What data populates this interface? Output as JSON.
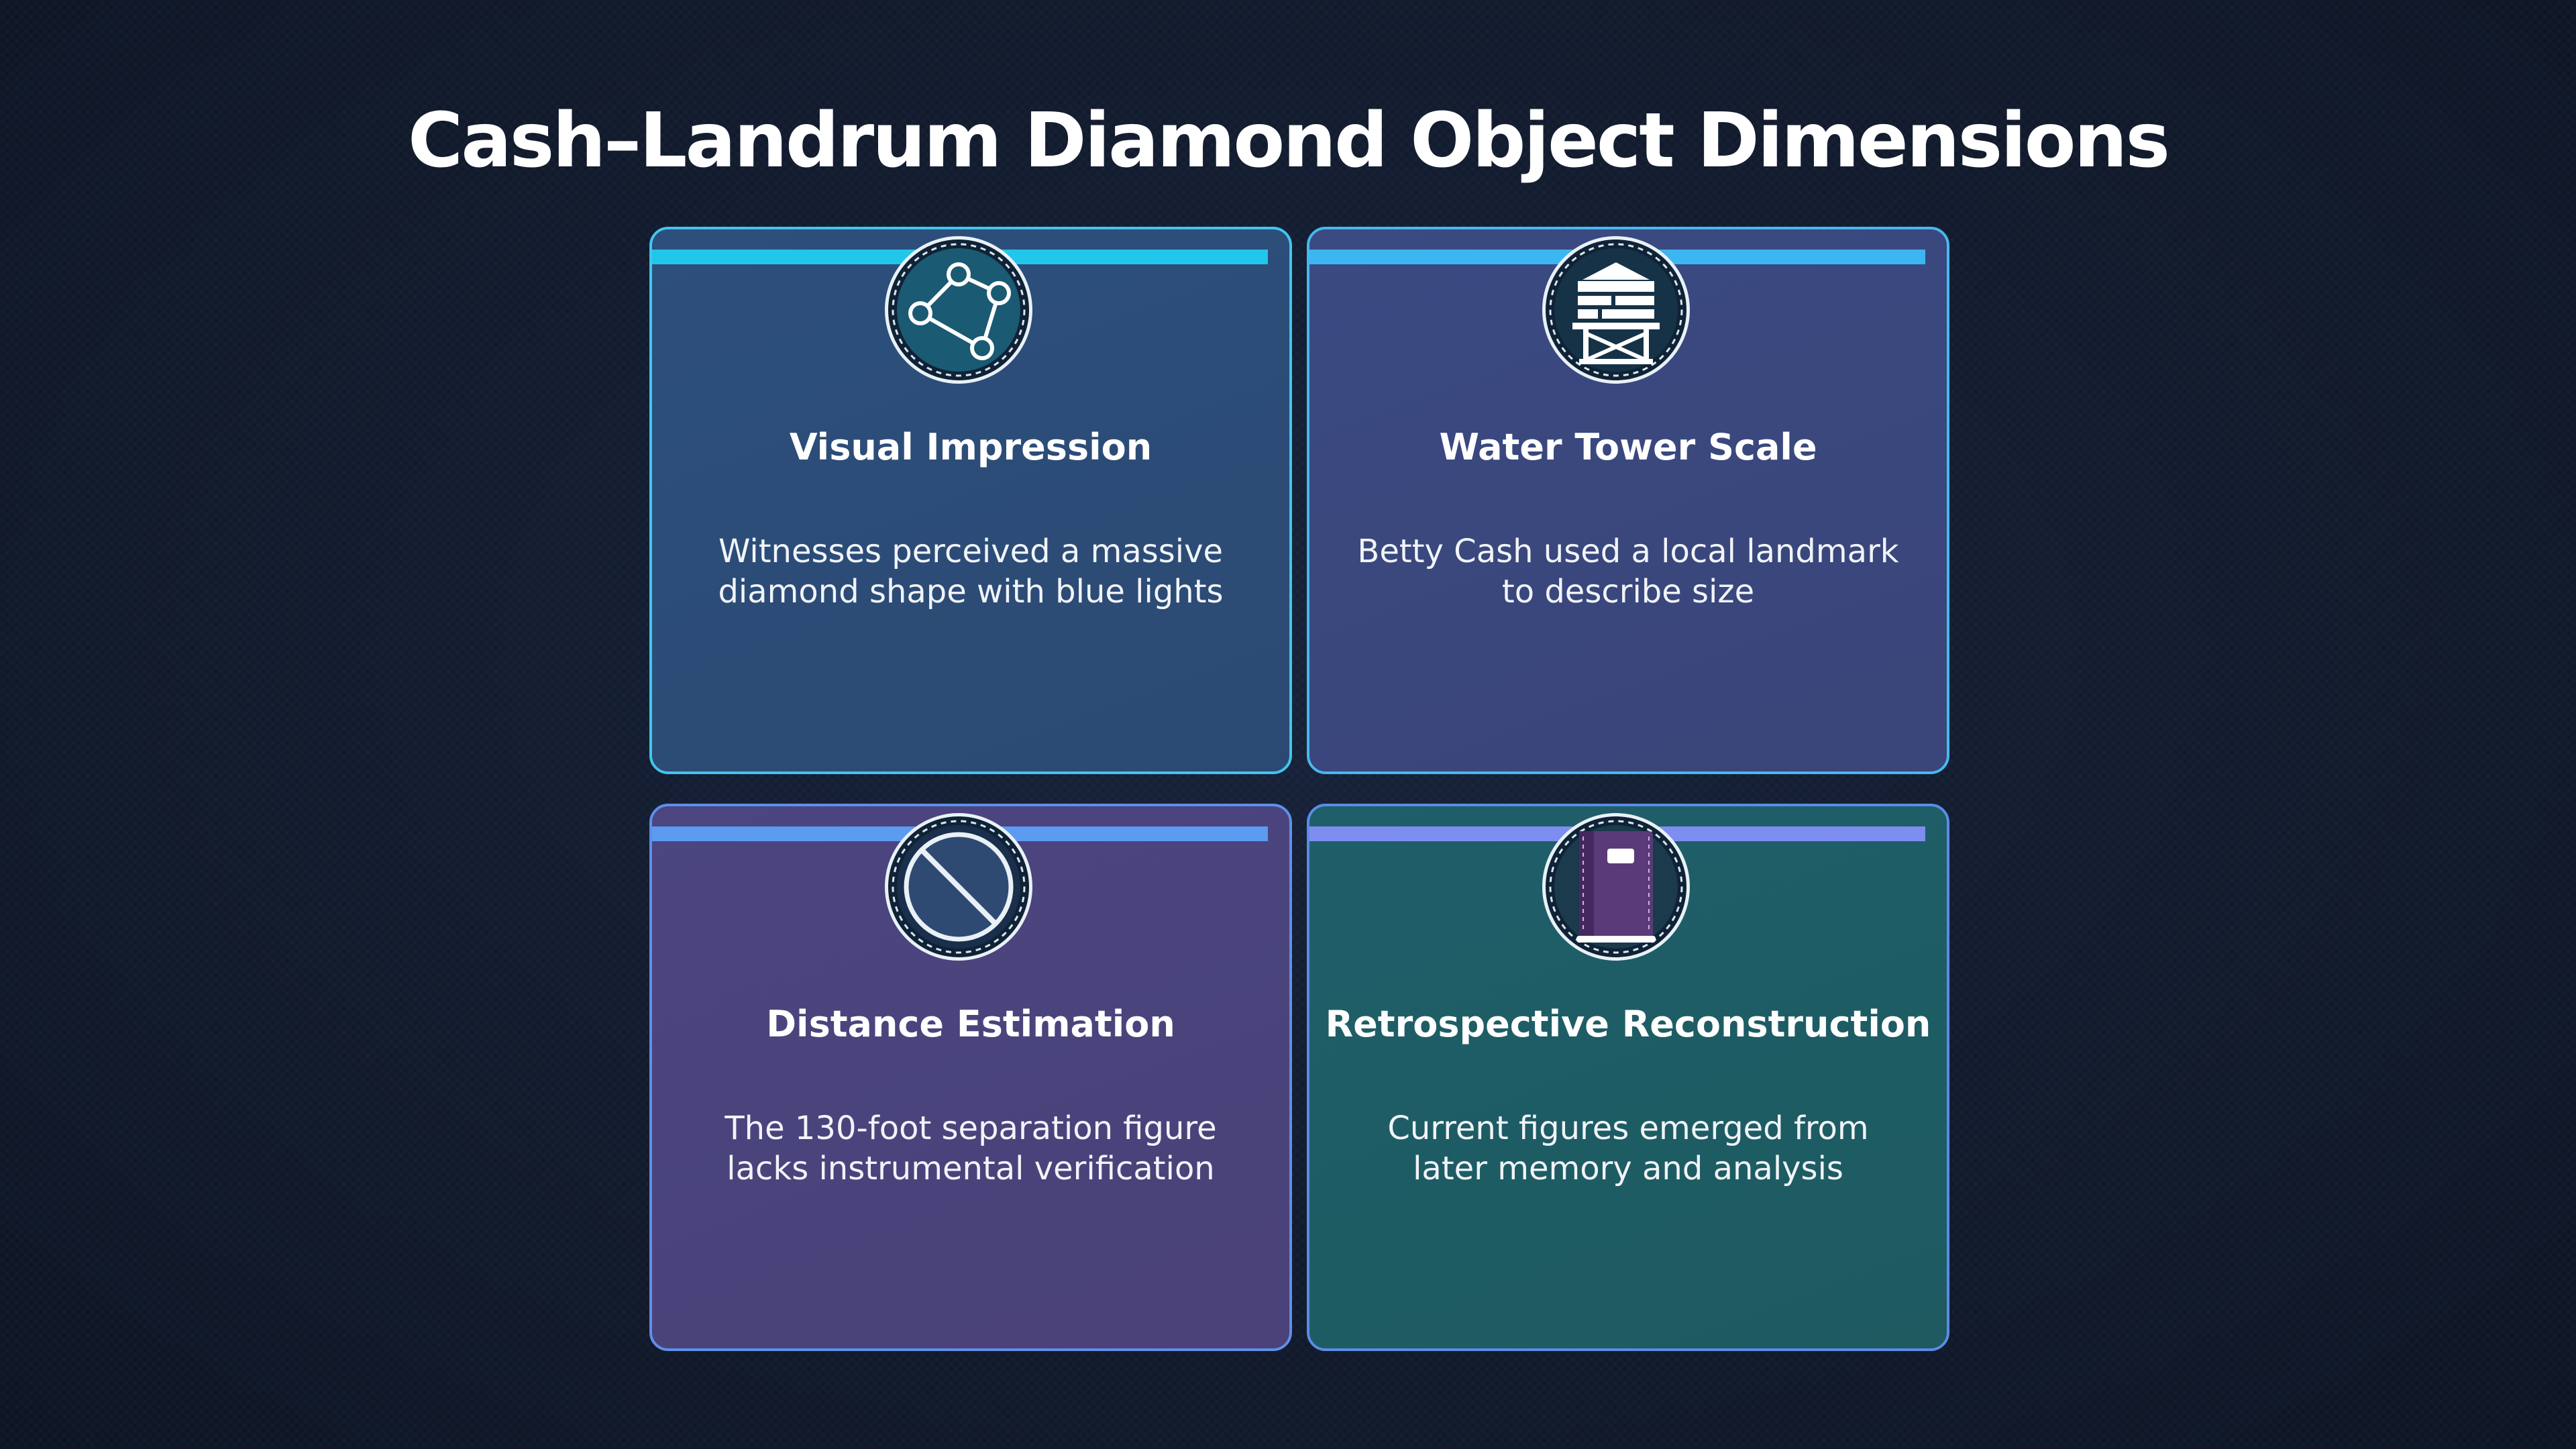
{
  "page": {
    "title": "Cash–Landrum Diamond Object Dimensions"
  },
  "cards": [
    {
      "title": "Visual Impression",
      "description": "Witnesses perceived a massive diamond shape with blue lights",
      "icon": "network-nodes-icon",
      "accent": "#22c6ea"
    },
    {
      "title": "Water Tower Scale",
      "description": "Betty Cash used a local landmark to describe size",
      "icon": "water-tower-icon",
      "accent": "#3cb6f0"
    },
    {
      "title": "Distance Estimation",
      "description": "The 130-foot separation figure lacks instrumental verification",
      "icon": "prohibited-icon",
      "accent": "#5b9bf0"
    },
    {
      "title": "Retrospective Reconstruction",
      "description": "Current figures emerged from later memory and analysis",
      "icon": "notebook-icon",
      "accent": "#7d8ef0"
    }
  ]
}
